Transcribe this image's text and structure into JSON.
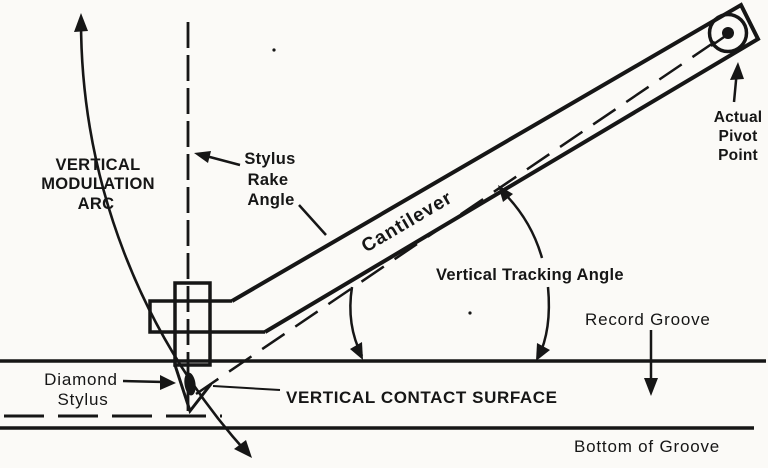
{
  "diagram": {
    "description": "Phono cartridge stylus geometry diagram",
    "colors": {
      "ink": "#161616",
      "paper": "#fbfaf7"
    },
    "labels": {
      "vertical_modulation_arc": {
        "line1": "VERTICAL",
        "line2": "MODULATION",
        "line3": "ARC"
      },
      "stylus_rake_angle": {
        "line1": "Stylus",
        "line2": "Rake",
        "line3": "Angle"
      },
      "cantilever": "Cantilever",
      "actual_pivot_point": {
        "line1": "Actual",
        "line2": "Pivot",
        "line3": "Point"
      },
      "vertical_tracking_angle": "Vertical Tracking Angle",
      "record_groove": "Record Groove",
      "diamond_stylus": {
        "line1": "Diamond",
        "line2": "Stylus"
      },
      "vertical_contact_surface": "VERTICAL CONTACT SURFACE",
      "bottom_of_groove": "Bottom of Groove"
    }
  }
}
